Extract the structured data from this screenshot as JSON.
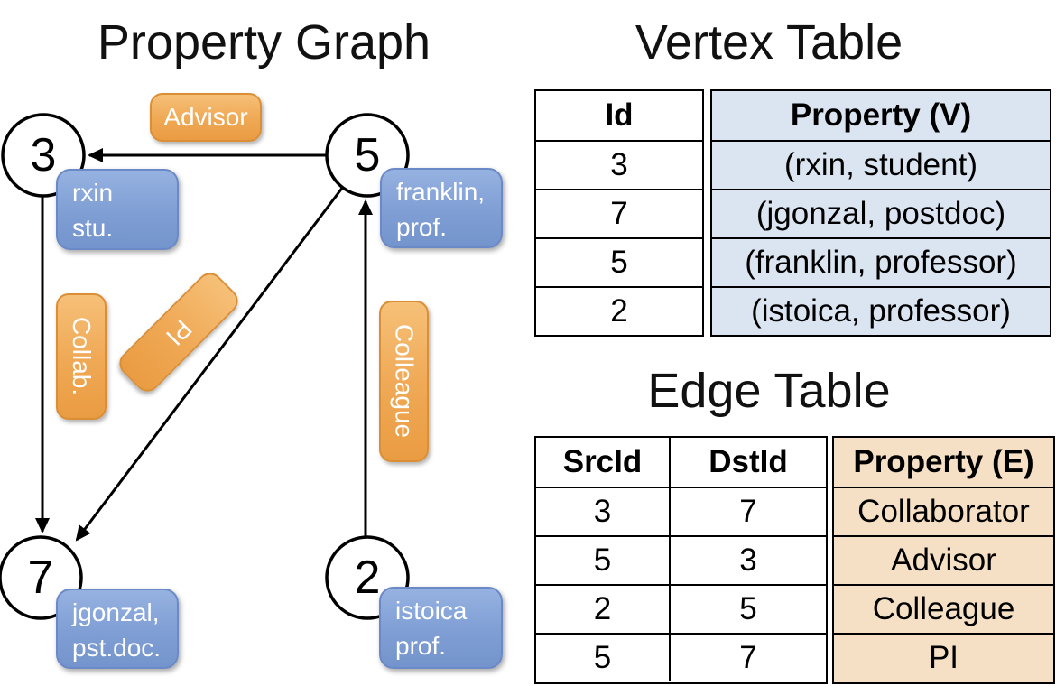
{
  "graph": {
    "title": "Property Graph",
    "nodes": [
      {
        "id": "3",
        "label_line1": "rxin",
        "label_line2": "stu."
      },
      {
        "id": "5",
        "label_line1": "franklin,",
        "label_line2": "prof."
      },
      {
        "id": "7",
        "label_line1": "jgonzal,",
        "label_line2": "pst.doc."
      },
      {
        "id": "2",
        "label_line1": "istoica",
        "label_line2": "prof."
      }
    ],
    "edge_labels": {
      "advisor": "Advisor",
      "collab": "Collab.",
      "pi": "PI",
      "colleague": "Colleague"
    }
  },
  "vertex_table": {
    "title": "Vertex Table",
    "columns": {
      "id": "Id",
      "property": "Property (V)"
    },
    "rows": [
      {
        "id": "3",
        "property": "(rxin, student)"
      },
      {
        "id": "7",
        "property": "(jgonzal, postdoc)"
      },
      {
        "id": "5",
        "property": "(franklin, professor)"
      },
      {
        "id": "2",
        "property": "(istoica, professor)"
      }
    ]
  },
  "edge_table": {
    "title": "Edge Table",
    "columns": {
      "src": "SrcId",
      "dst": "DstId",
      "property": "Property (E)"
    },
    "rows": [
      {
        "src": "3",
        "dst": "7",
        "property": "Collaborator"
      },
      {
        "src": "5",
        "dst": "3",
        "property": "Advisor"
      },
      {
        "src": "2",
        "dst": "5",
        "property": "Colleague"
      },
      {
        "src": "5",
        "dst": "7",
        "property": "PI"
      }
    ]
  },
  "colors": {
    "vertex_property_fill": "#dbe5f1",
    "edge_property_fill": "#f6e0c5",
    "node_label_blue": "#7f9ed4",
    "edge_label_orange": "#efa854",
    "line_black": "#000000"
  }
}
